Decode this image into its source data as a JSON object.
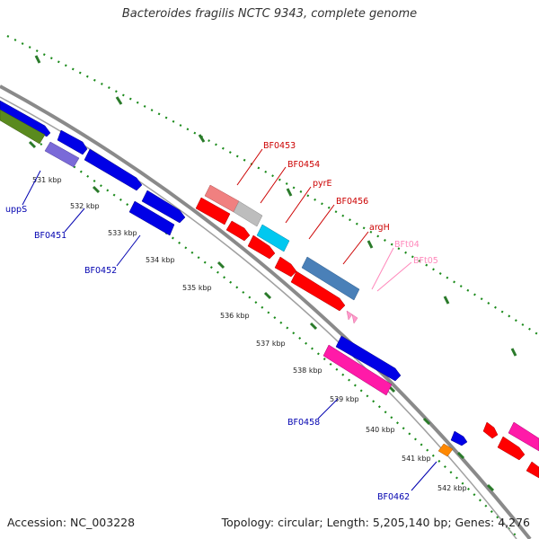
{
  "title": "Bacteroides fragilis NCTC 9343, complete genome",
  "accession": "Accession: NC_003228",
  "summary": "Topology: circular; Length: 5,205,140 bp; Genes: 4,276",
  "colors": {
    "backbone": "#8a8a8a",
    "grid_dots": "#1a8a1a",
    "tick": "#2a7a2a",
    "label_blue": "#0000b0",
    "label_red": "#cc0000",
    "label_pink": "#ff88bb"
  },
  "ticks": [
    {
      "label": "531 kbp",
      "kbp": 531
    },
    {
      "label": "532 kbp",
      "kbp": 532
    },
    {
      "label": "533 kbp",
      "kbp": 533
    },
    {
      "label": "534 kbp",
      "kbp": 534
    },
    {
      "label": "535 kbp",
      "kbp": 535
    },
    {
      "label": "536 kbp",
      "kbp": 536
    },
    {
      "label": "537 kbp",
      "kbp": 537
    },
    {
      "label": "538 kbp",
      "kbp": 538
    },
    {
      "label": "539 kbp",
      "kbp": 539
    },
    {
      "label": "540 kbp",
      "kbp": 540
    },
    {
      "label": "541 kbp",
      "kbp": 541
    },
    {
      "label": "542 kbp",
      "kbp": 542
    }
  ],
  "gene_labels": [
    {
      "text": "uppS",
      "color": "blue"
    },
    {
      "text": "BF0451",
      "color": "blue"
    },
    {
      "text": "BF0452",
      "color": "blue"
    },
    {
      "text": "BF0453",
      "color": "red"
    },
    {
      "text": "BF0454",
      "color": "red"
    },
    {
      "text": "pyrE",
      "color": "red"
    },
    {
      "text": "BF0456",
      "color": "red"
    },
    {
      "text": "argH",
      "color": "red"
    },
    {
      "text": "BFt04",
      "color": "pink"
    },
    {
      "text": "BFt05",
      "color": "pink"
    },
    {
      "text": "BF0458",
      "color": "blue"
    },
    {
      "text": "BF0462",
      "color": "blue"
    }
  ]
}
